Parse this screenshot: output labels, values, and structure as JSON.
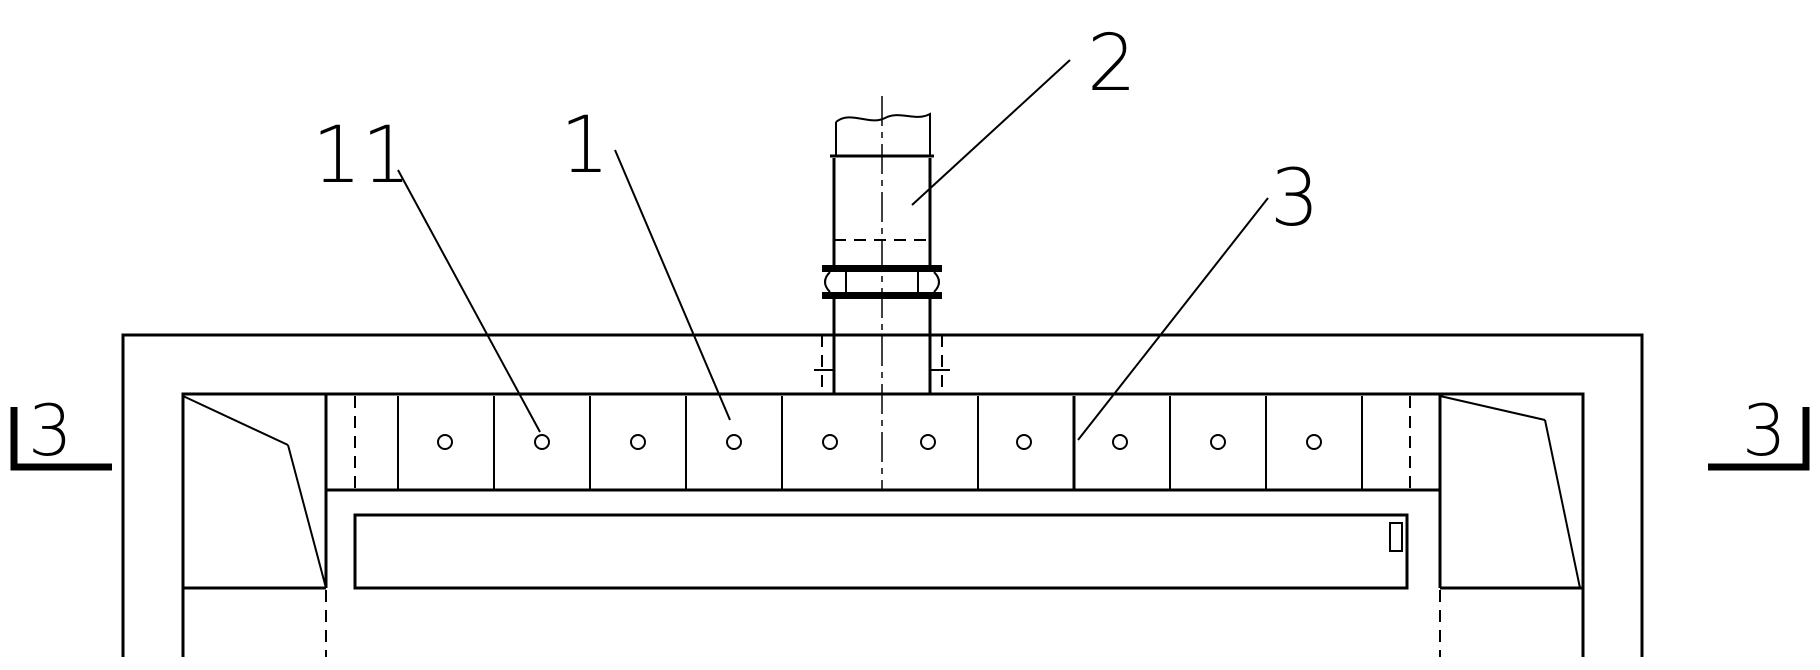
{
  "labels": {
    "part_11": "11",
    "part_1": "1",
    "part_2": "2",
    "part_3": "3"
  },
  "section_marks": {
    "left": "3",
    "right": "3"
  },
  "colors": {
    "line": "#000000",
    "background": "#ffffff"
  }
}
